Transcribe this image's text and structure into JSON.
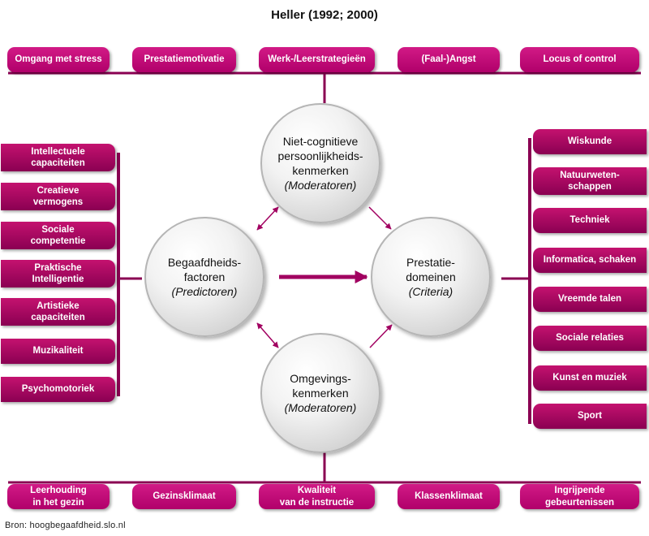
{
  "title": "Heller (1992; 2000)",
  "top_row": [
    "Omgang met stress",
    "Prestatiemotivatie",
    "Werk-/Leerstrategieën",
    "(Faal-)Angst",
    "Locus of control"
  ],
  "left_column": [
    "Intellectuele\ncapaciteiten",
    "Creatieve\nvermogens",
    "Sociale\ncompetentie",
    "Praktische\nIntelligentie",
    "Artistieke\ncapaciteiten",
    "Muzikaliteit",
    "Psychomotoriek"
  ],
  "right_column": [
    "Wiskunde",
    "Natuurweten-\nschappen",
    "Techniek",
    "Informatica, schaken",
    "Vreemde talen",
    "Sociale relaties",
    "Kunst en muziek",
    "Sport"
  ],
  "bottom_row": [
    "Leerhouding\nin het gezin",
    "Gezinsklimaat",
    "Kwaliteit\nvan de instructie",
    "Klassenklimaat",
    "Ingrijpende\ngebeurtenissen"
  ],
  "circles": {
    "top": {
      "label": "Niet-cognitieve\npersoonlijkheids-\nkenmerken",
      "sub": "(Moderatoren)"
    },
    "left": {
      "label": "Begaafdheids-\nfactoren",
      "sub": "(Predictoren)"
    },
    "right": {
      "label": "Prestatie-\ndomeinen",
      "sub": "(Criteria)"
    },
    "bottom": {
      "label": "Omgevings-\nkenmerken",
      "sub": "(Moderatoren)"
    }
  },
  "source": "Bron: hoogbegaafdheid.slo.nl",
  "colors": {
    "accent": "#b0006a",
    "line": "#8a0052"
  }
}
